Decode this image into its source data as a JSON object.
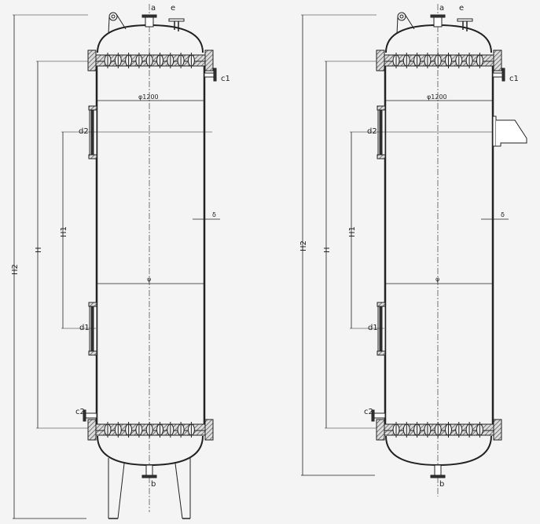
{
  "colors": {
    "background": "#f4f4f4",
    "line": "#222222",
    "hatch": "#555555",
    "accent_blue": "#2a6fd0",
    "accent_orange": "#d0702a"
  },
  "drawings": [
    {
      "id": "vessel-with-legs",
      "has_legs": true,
      "has_side_bracket": false,
      "labels": {
        "a": "a",
        "e": "e",
        "c1": "c1",
        "c2": "c2",
        "d1": "d1",
        "d2": "d2",
        "b": "b",
        "diameter_top": "φ1200",
        "diameter": "φ",
        "thickness": "δ",
        "H": "H",
        "H1": "H1",
        "H2": "H2"
      }
    },
    {
      "id": "vessel-without-legs",
      "has_legs": false,
      "has_side_bracket": true,
      "labels": {
        "a": "a",
        "e": "e",
        "c1": "c1",
        "c2": "c2",
        "d1": "d1",
        "d2": "d2",
        "b": "b",
        "diameter_top": "φ1200",
        "diameter": "φ",
        "thickness": "δ",
        "H": "H",
        "H1": "H1",
        "H2": "H2"
      }
    }
  ]
}
